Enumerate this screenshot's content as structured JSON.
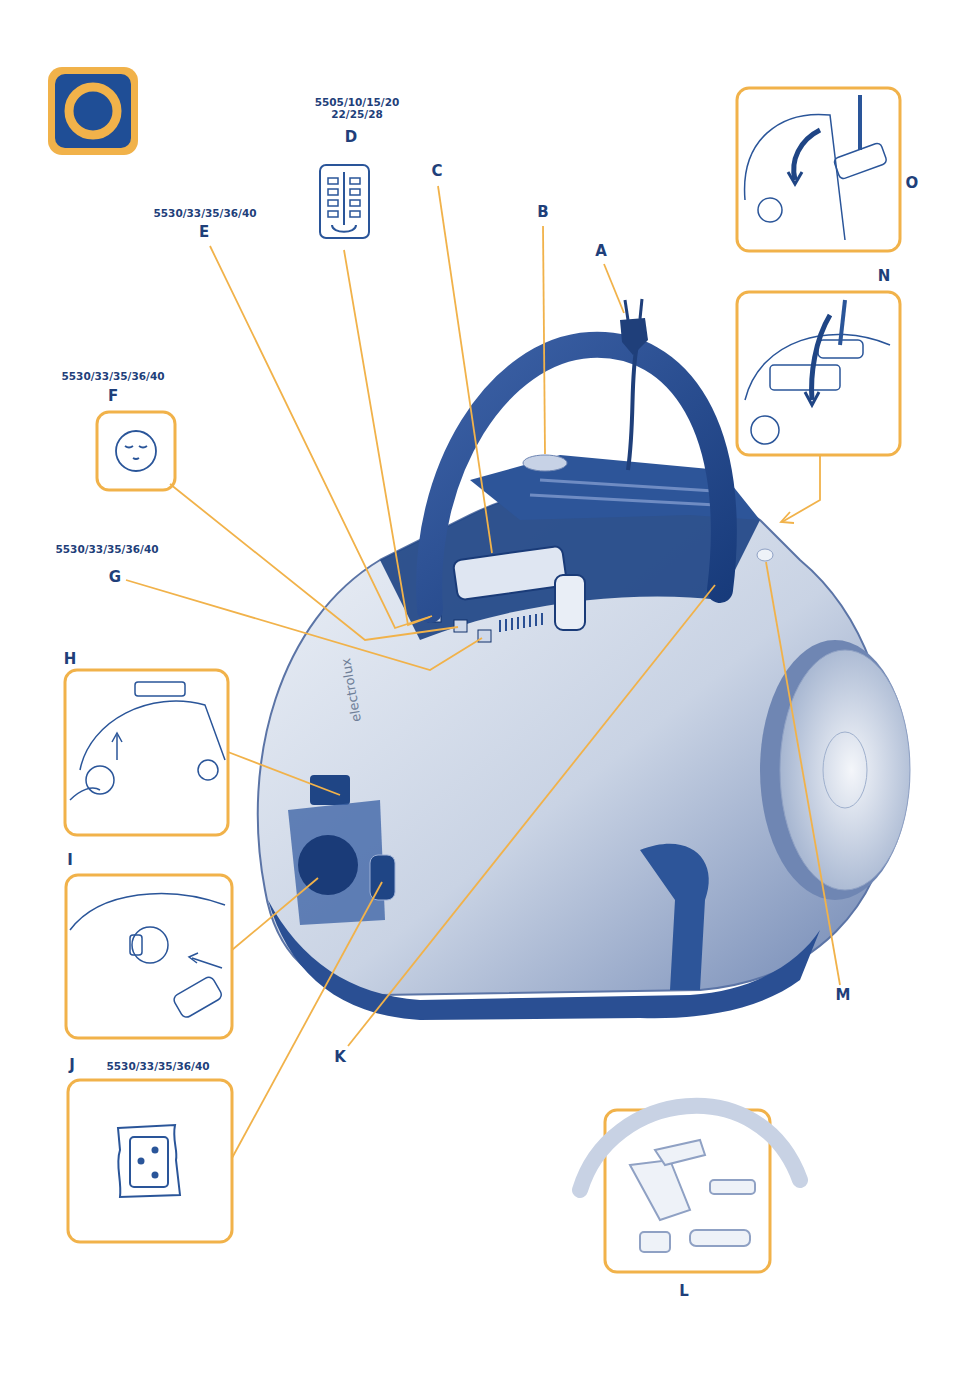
{
  "diagram": {
    "labels": [
      "5505/10/15/20 22/25/28",
      "D",
      "C",
      "B",
      "A",
      "5530/33/35/36/40",
      "E",
      "5530/33/35/36/40",
      "F",
      "5530/33/35/36/40",
      "G",
      "H",
      "I",
      "J",
      "5530/33/35/36/40",
      "K",
      "L",
      "M",
      "N",
      "O",
      "electrolux"
    ]
  }
}
